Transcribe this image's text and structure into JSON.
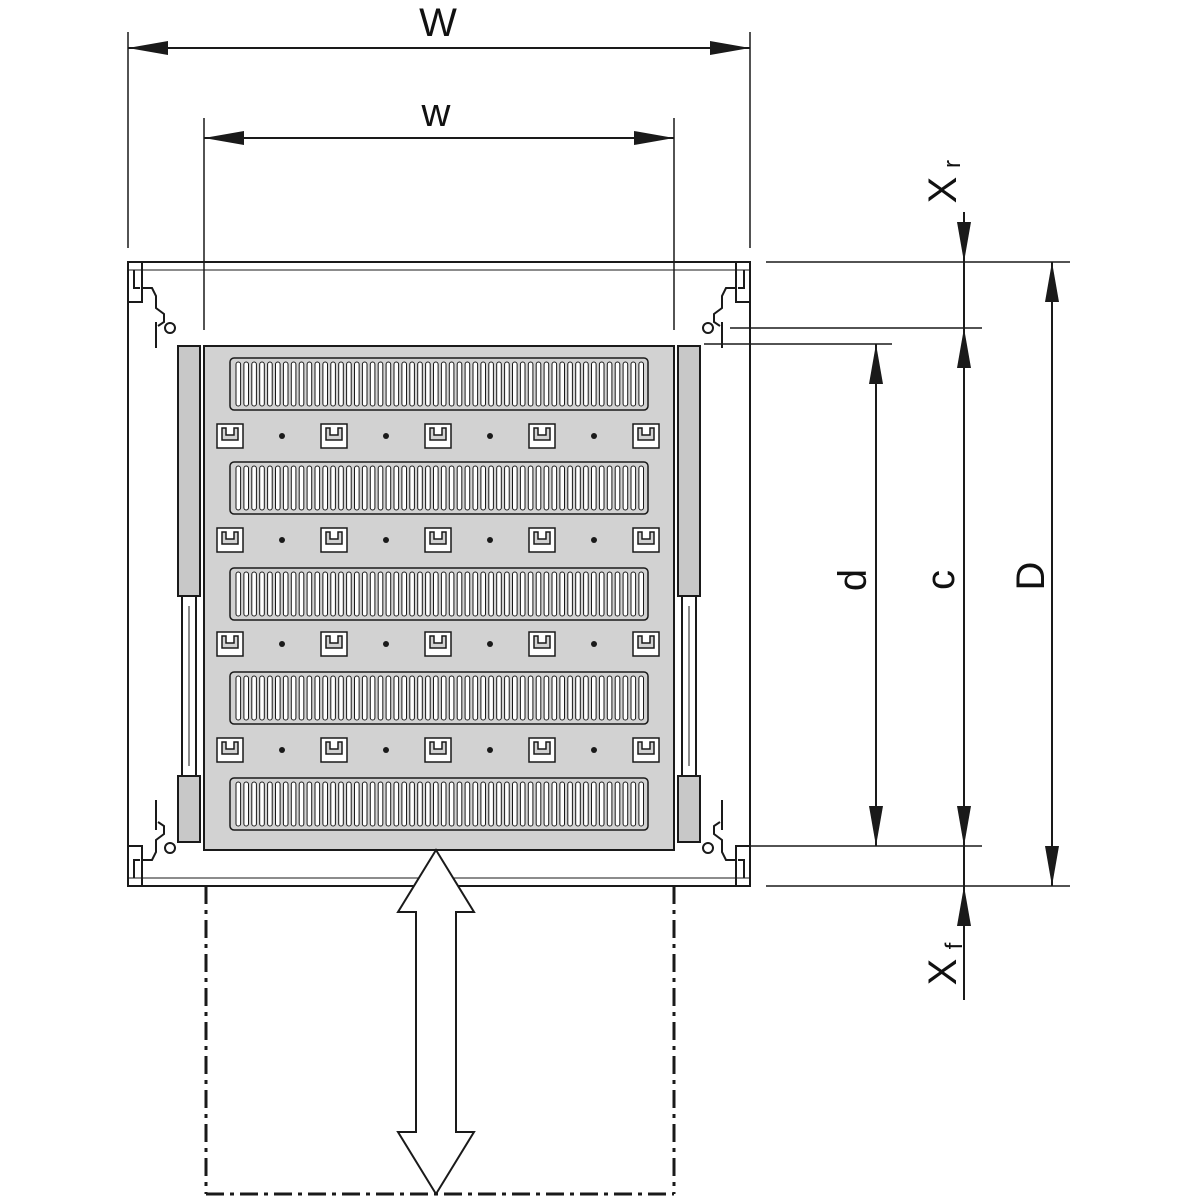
{
  "labels": {
    "W": "W",
    "w": "w",
    "D": "D",
    "c": "c",
    "d": "d",
    "x_rear": "X",
    "x_rear_sub": "r",
    "x_front": "X",
    "x_front_sub": "f"
  },
  "colors": {
    "line": "#1a1a1a",
    "shelf_fill": "#d2d2d2",
    "rail_fill": "#c8c8c8",
    "slot_fill": "#ffffff"
  }
}
